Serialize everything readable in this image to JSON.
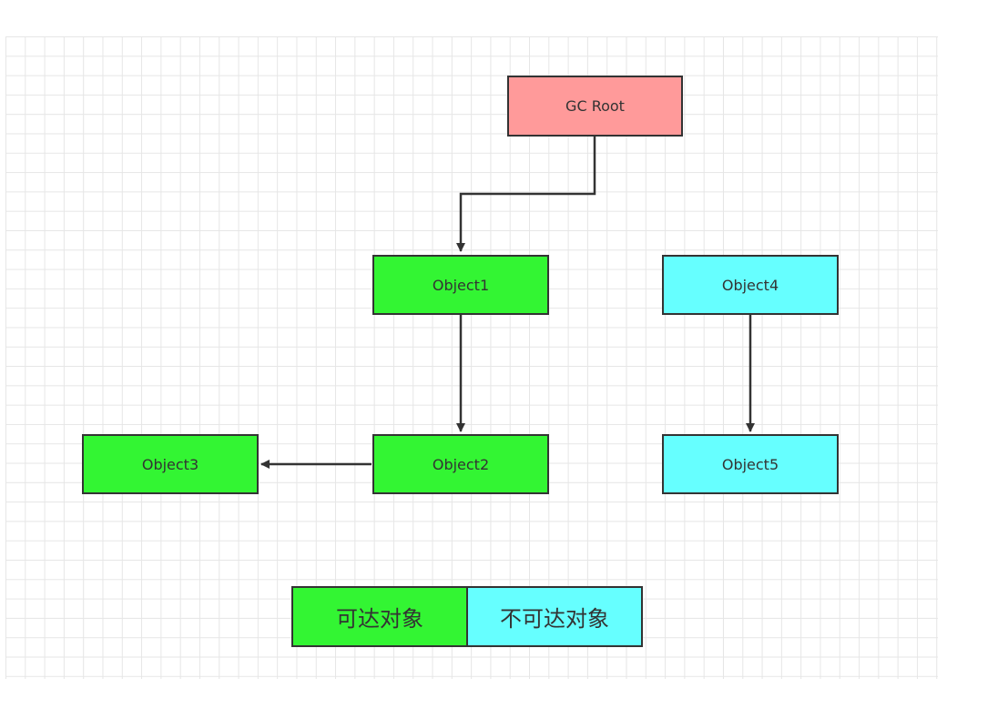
{
  "colors": {
    "root": "#ff9a9a",
    "reachable": "#33f533",
    "unreachable": "#66ffff",
    "stroke": "#333333",
    "grid": "#e6e6e6"
  },
  "nodes": {
    "gc_root": "GC Root",
    "object1": "Object1",
    "object2": "Object2",
    "object3": "Object3",
    "object4": "Object4",
    "object5": "Object5"
  },
  "legend": {
    "reachable_label": "可达对象",
    "unreachable_label": "不可达对象"
  }
}
